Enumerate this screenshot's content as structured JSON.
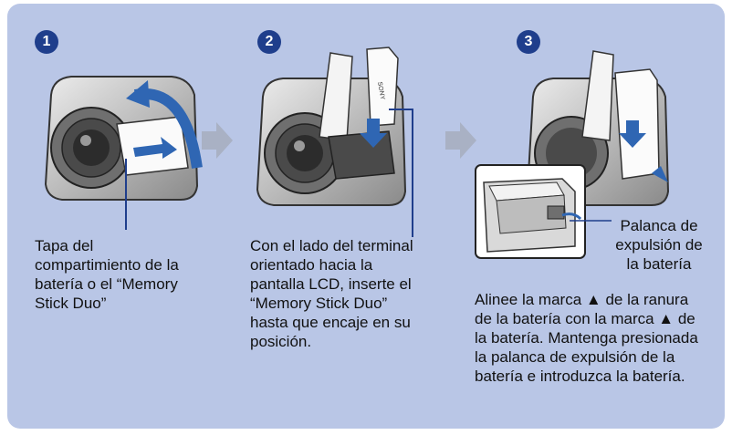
{
  "steps": [
    {
      "number": "1",
      "caption": "Tapa del\ncompartimiento de la\nbatería o el “Memory\nStick Duo”"
    },
    {
      "number": "2",
      "caption": "Con el lado del terminal\norientado hacia la\npantalla LCD, inserte el\n“Memory Stick Duo”\nhasta que encaje en su\nposición."
    },
    {
      "number": "3",
      "callout": "Palanca de\nexpulsión de\nla batería",
      "caption": "Alinee la marca ▲ de la ranura\nde la batería con la marca ▲ de\nla batería. Mantenga presionada\nla palanca de expulsión de la\nbatería e introduzca la batería."
    }
  ],
  "card_brand": "SONY",
  "colors": {
    "panel": "#b9c6e6",
    "badge": "#1f3e8c",
    "accent_arrow": "#2f66b3",
    "step_arrow": "#a9b1c4"
  }
}
